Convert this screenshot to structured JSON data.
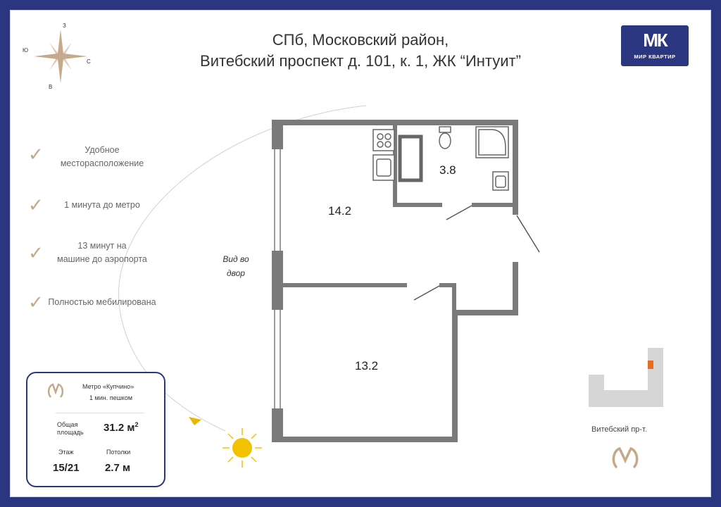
{
  "header": {
    "line1": "СПб, Московский район,",
    "line2": "Витебский проспект д. 101, к. 1, ЖК “Интуит”"
  },
  "logo": {
    "mark": "МК",
    "text": "МИР КВАРТИР",
    "color": "#2b3680"
  },
  "compass": {
    "north": "З",
    "west": "Ю",
    "east": "С",
    "south": "В"
  },
  "features": [
    {
      "text_line1": "Удобное",
      "text_line2": "месторасположение"
    },
    {
      "text_line1": "1 минута до метро",
      "text_line2": ""
    },
    {
      "text_line1": "13 минут на",
      "text_line2": "машине до аэропорта"
    },
    {
      "text_line1": "Полностью мебилирована",
      "text_line2": ""
    }
  ],
  "info_card": {
    "metro_line1": "Метро «Купчино»",
    "metro_line2": "1 мин. пешком",
    "area_label": "Общая площадь",
    "area_value": "31.2 м",
    "area_sup": "2",
    "floor_label": "Этаж",
    "floor_value": "15/21",
    "ceiling_label": "Потолки",
    "ceiling_value": "2.7 м"
  },
  "plan": {
    "rooms": [
      {
        "label": "14.2"
      },
      {
        "label": "3.8"
      },
      {
        "label": "13.2"
      }
    ],
    "view_label": "Вид во двор",
    "view_line1": "Вид во",
    "view_line2": "двор"
  },
  "location": {
    "street_label": "Витебский пр-т."
  },
  "colors": {
    "frame": "#2b3680",
    "wall": "#7a7a7a",
    "accent_gold": "#c6a98a",
    "sun": "#f2c200",
    "moon": "#f2c200"
  }
}
